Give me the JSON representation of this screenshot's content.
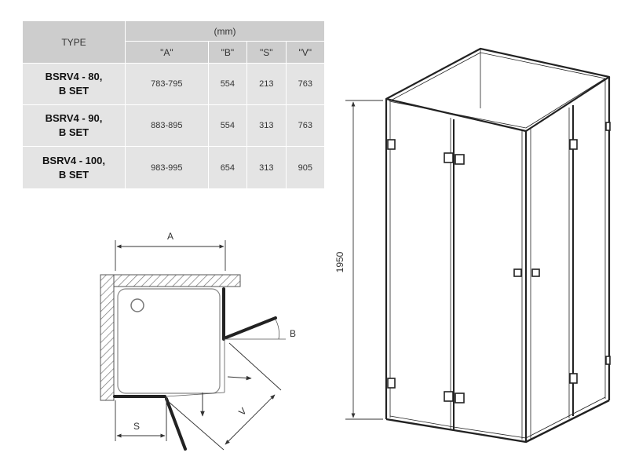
{
  "table": {
    "type_header": "TYPE",
    "unit_header": "(mm)",
    "columns": [
      "\"A\"",
      "\"B\"",
      "\"S\"",
      "\"V\""
    ],
    "rows": [
      {
        "type_line1": "BSRV4 - 80,",
        "type_line2": "B SET",
        "values": [
          "783-795",
          "554",
          "213",
          "763"
        ]
      },
      {
        "type_line1": "BSRV4 - 90,",
        "type_line2": "B SET",
        "values": [
          "883-895",
          "554",
          "313",
          "763"
        ]
      },
      {
        "type_line1": "BSRV4 - 100,",
        "type_line2": "B SET",
        "values": [
          "983-995",
          "654",
          "313",
          "905"
        ]
      }
    ]
  },
  "plan": {
    "label_a": "A",
    "label_b": "B",
    "label_s": "S",
    "label_v": "V"
  },
  "elevation": {
    "height_label": "1950"
  },
  "colors": {
    "header_bg": "#cdcdcd",
    "row_bg": "#e4e4e4",
    "line": "#222222",
    "hatch": "#777777"
  }
}
